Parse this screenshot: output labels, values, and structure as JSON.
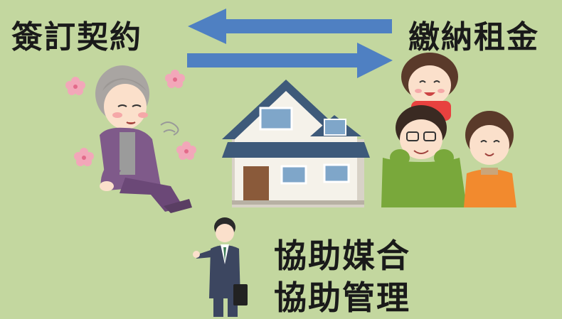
{
  "labels": {
    "top_left": "簽訂契約",
    "top_right": "繳納租金",
    "bottom_line1": "協助媒合",
    "bottom_line2": "協助管理"
  },
  "colors": {
    "background": "#c3d79f",
    "arrow": "#4f80c2"
  },
  "icons": [
    "elderly-woman-icon",
    "house-icon",
    "family-icon",
    "agent-businessman-icon",
    "flower-icon"
  ]
}
